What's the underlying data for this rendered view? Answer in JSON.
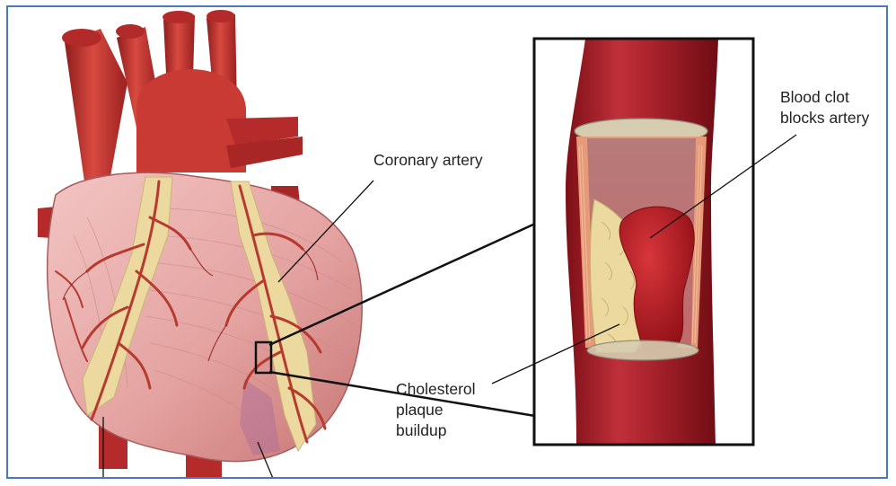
{
  "labels": {
    "coronary_artery": "Coronary artery",
    "blood_clot": "Blood clot\nblocks artery",
    "cholesterol": "Cholesterol\nplaque\nbuildup"
  },
  "colors": {
    "frame_border": "#4a78b8",
    "heart_muscle": "#e09a98",
    "aorta": "#c83232",
    "coronary_vessel": "#b73a2e",
    "fat": "#efe0a6",
    "artery_wall": "#a11d26",
    "plaque": "#efe0a6",
    "clot": "#b51c22",
    "callout_lines": "#111111"
  },
  "icons": [
    "heart-illustration",
    "artery-cross-section-inset"
  ]
}
